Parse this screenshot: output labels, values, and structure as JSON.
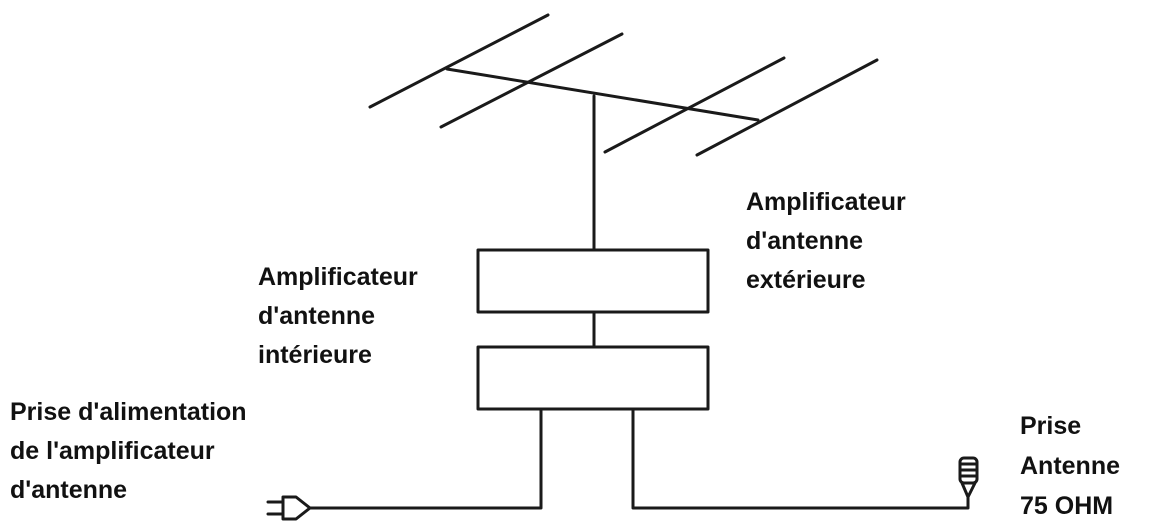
{
  "labels": {
    "outdoor_amplifier": [
      "Amplificateur",
      "d'antenne",
      "extérieure"
    ],
    "indoor_amplifier": [
      "Amplificateur",
      "d'antenne",
      "intérieure"
    ],
    "power_socket": [
      "Prise d'alimentation",
      "de l'amplificateur",
      "d'antenne"
    ],
    "antenna_socket": [
      "Prise",
      "Antenne",
      "75 OHM"
    ]
  },
  "colors": {
    "line": "#1a1a1a",
    "text": "#111111",
    "background": "#ffffff"
  }
}
